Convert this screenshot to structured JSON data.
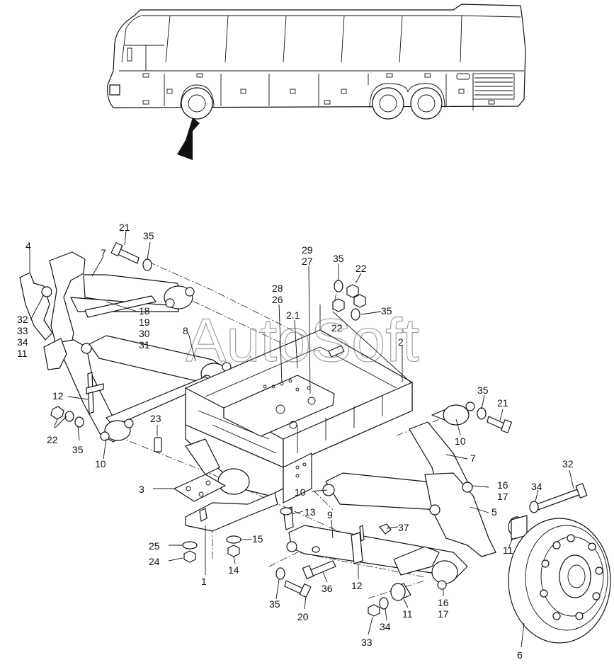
{
  "watermark": "AutoSoft",
  "callouts": [
    "4",
    "7",
    "21",
    "35",
    "29",
    "27",
    "35",
    "22",
    "28",
    "26",
    "2.1",
    "22",
    "35",
    "32",
    "33",
    "34",
    "11",
    "18",
    "19",
    "30",
    "31",
    "8",
    "2",
    "12",
    "22",
    "35",
    "10",
    "23",
    "35",
    "21",
    "10",
    "7",
    "3",
    "10",
    "16",
    "17",
    "32",
    "34",
    "13",
    "9",
    "5",
    "37",
    "25",
    "15",
    "11",
    "24",
    "14",
    "12",
    "1",
    "35",
    "36",
    "20",
    "16",
    "17",
    "11",
    "34",
    "33",
    "6"
  ]
}
